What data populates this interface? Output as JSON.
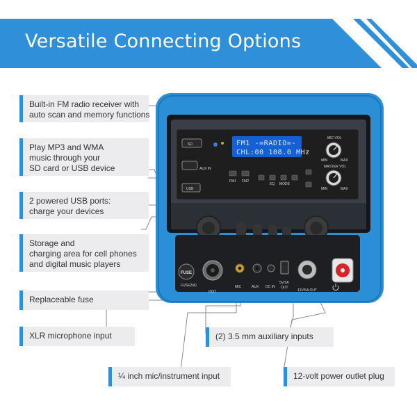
{
  "banner": {
    "title": "Versatile Connecting Options",
    "color": "#2f8fd8"
  },
  "callouts": {
    "fm_radio": {
      "lines": [
        "Built-in FM radio receiver with",
        "auto scan and memory functions"
      ]
    },
    "mp3": {
      "lines": [
        "Play MP3 and WMA",
        "music through your",
        "SD card or USB device"
      ]
    },
    "usb_ports": {
      "lines": [
        "2 powered USB ports:",
        "charge your devices"
      ]
    },
    "storage": {
      "lines": [
        "Storage and",
        "charging area for cell phones",
        "and digital music players"
      ]
    },
    "fuse": {
      "lines": [
        "Replaceable fuse"
      ]
    },
    "xlr": {
      "lines": [
        "XLR microphone input"
      ]
    },
    "aux": {
      "lines": [
        "(2) 3.5 mm auxiliary inputs"
      ]
    },
    "instrument": {
      "lines": [
        "¼ inch mic/instrument input"
      ]
    },
    "power_outlet": {
      "lines": [
        "12-volt power outlet plug"
      ]
    }
  },
  "panel": {
    "lcd_line1": "FM1 -=RADIO=-",
    "lcd_line2": "CHL:00 108.0 MHz",
    "mic_vol": "MIC VOL",
    "master_vol": "MASTER VOL",
    "min": "MIN",
    "max": "MAX",
    "fm1": "FM1",
    "fm2": "FM2",
    "eq": "EQ",
    "mode": "MODE",
    "aux_in": "AUX IN",
    "usb": "USB",
    "fuse_btn": "FUSE",
    "fuse_label": "FUSE(5A)",
    "inst": "INST",
    "mic": "MIC",
    "aux": "AUX",
    "dc_in": "DC IN",
    "usb_out_1": "5V/2A",
    "usb_out_2": "OUT",
    "power_out": "12V/5A OUT"
  },
  "colors": {
    "accent": "#2f8fd8",
    "device_blue": "#2a8fd6",
    "panel_dark": "#1e1e1e",
    "lcd": "#1660d6",
    "power_button": "#d8232a"
  }
}
